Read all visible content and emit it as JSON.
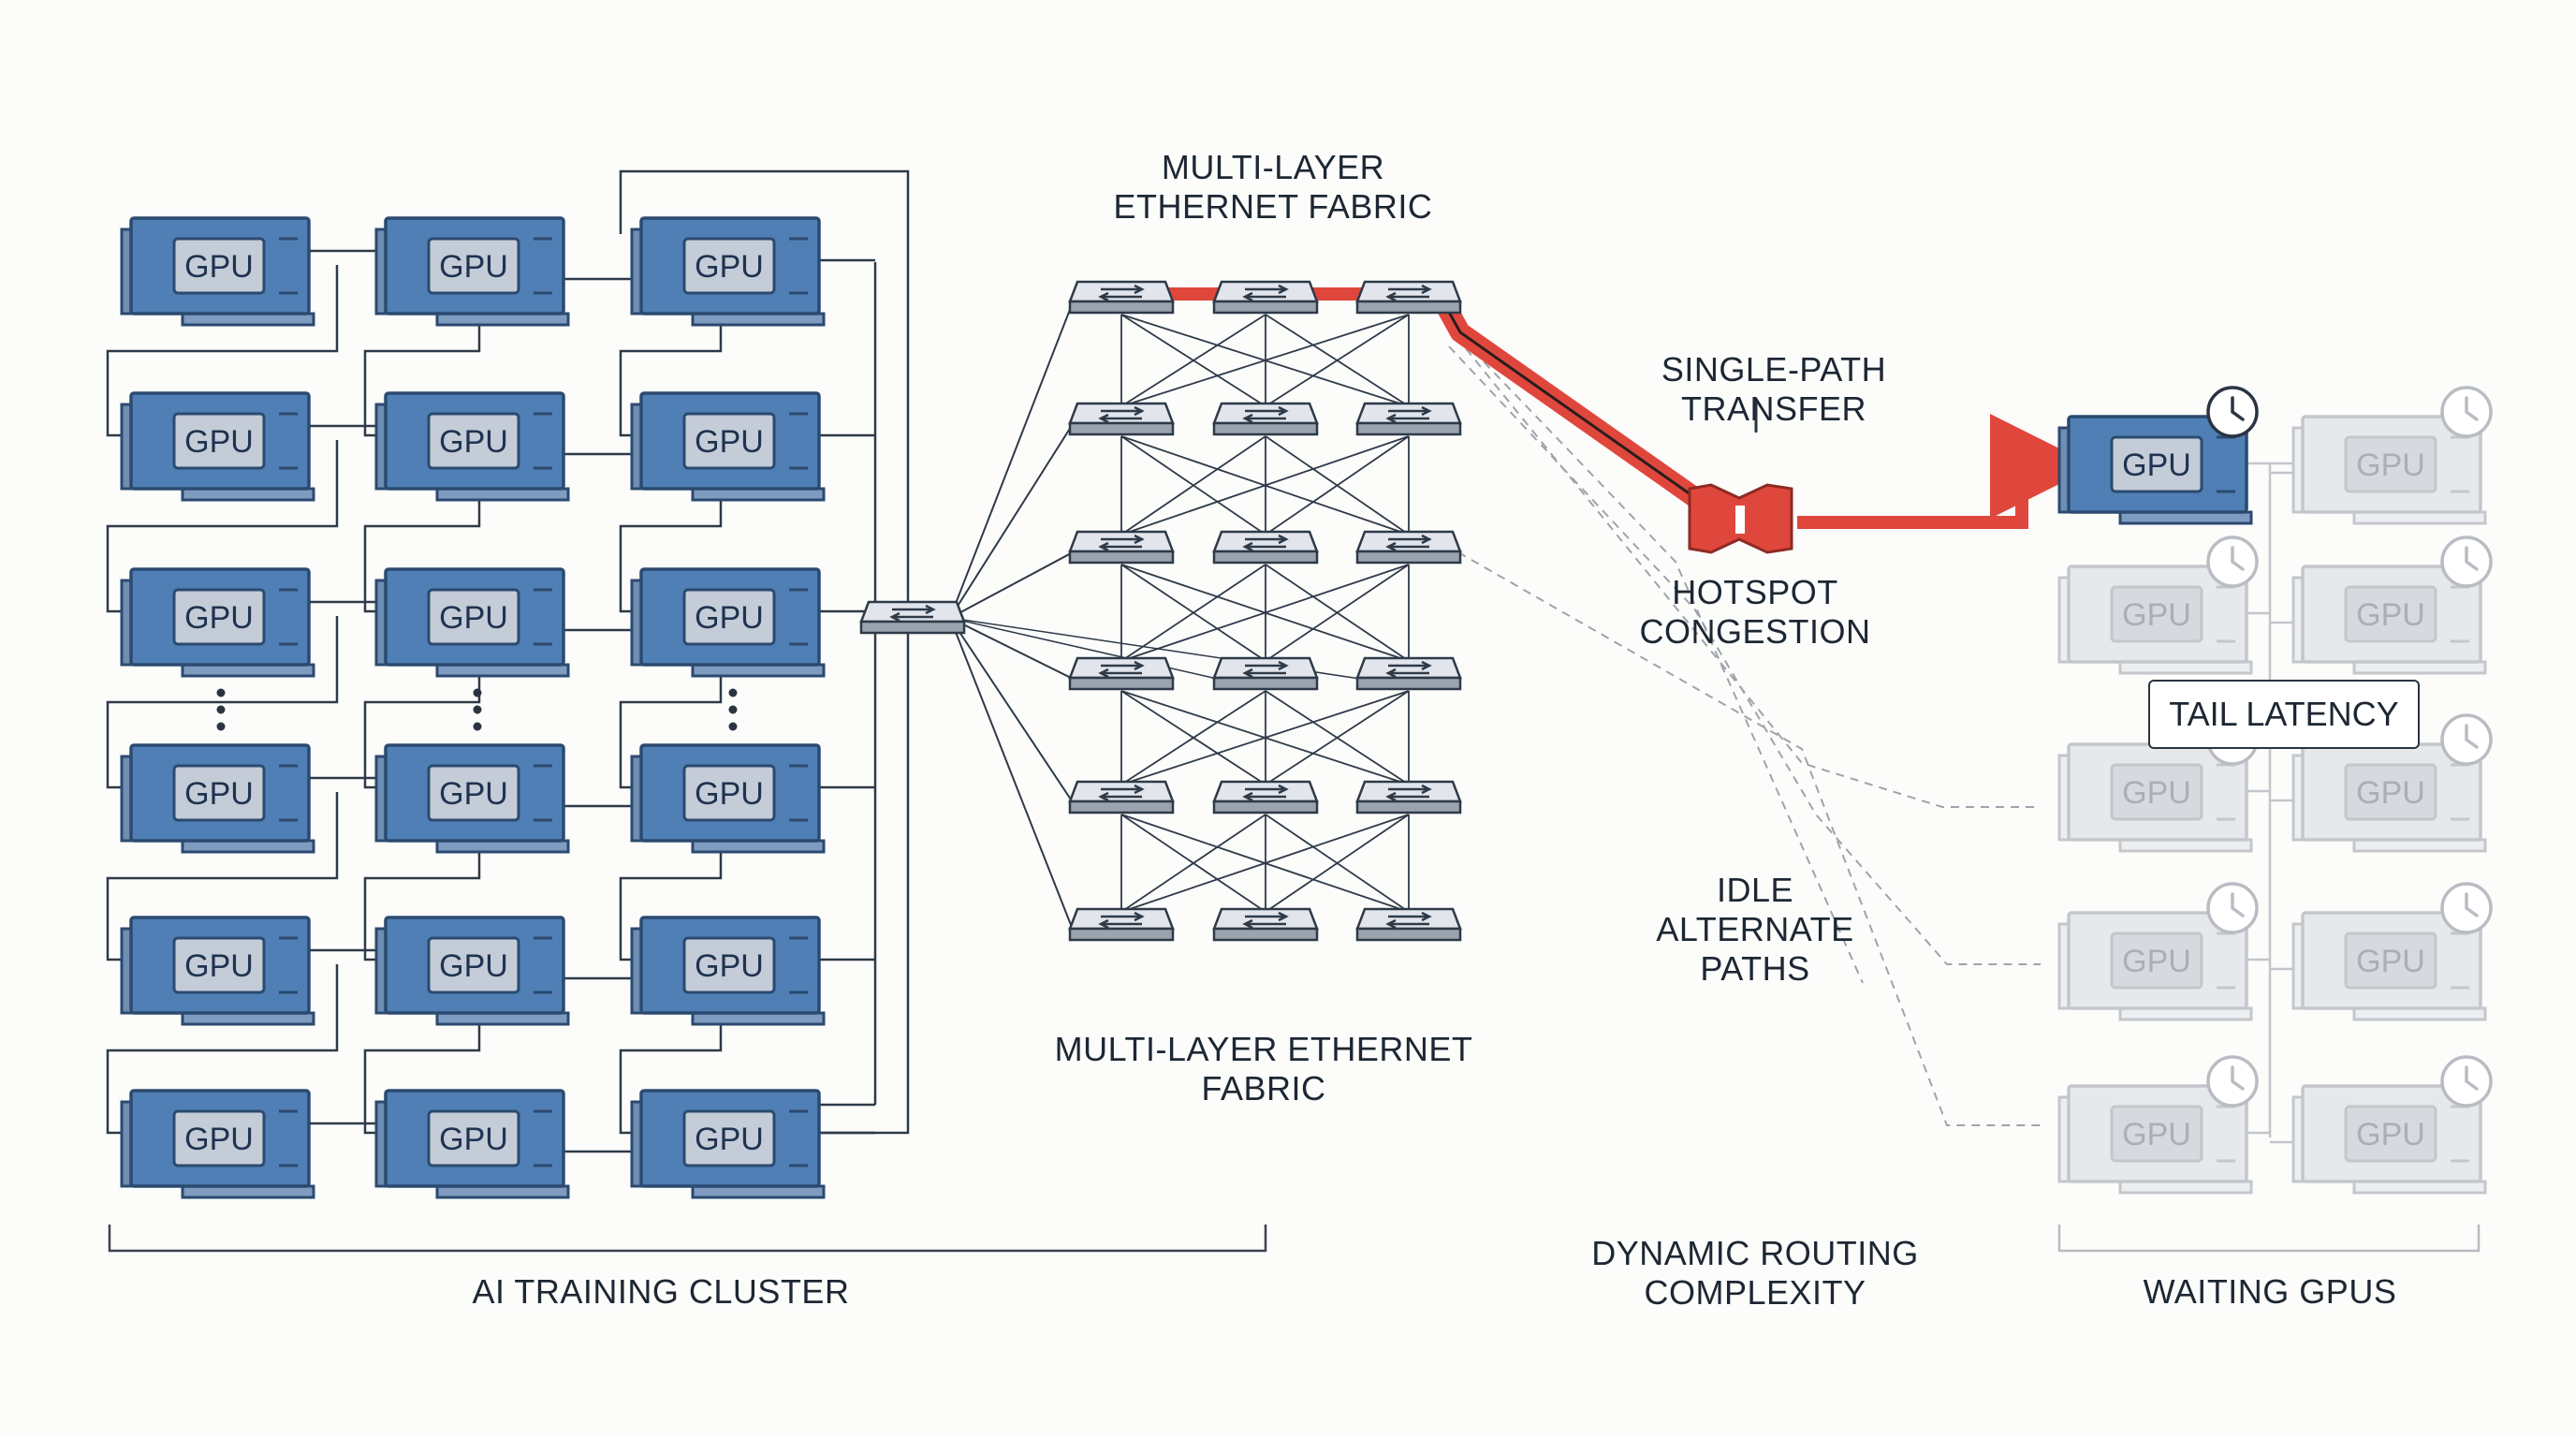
{
  "gpu_label": "GPU",
  "labels": {
    "fabric_top": [
      "MULTI-LAYER",
      "ETHERNET FABRIC"
    ],
    "fabric_bottom": [
      "MULTI-LAYER ETHERNET",
      "FABRIC"
    ],
    "single_path": [
      "SINGLE-PATH",
      "TRANSFER"
    ],
    "hotspot": [
      "HOTSPOT",
      "CONGESTION"
    ],
    "tail_latency": "TAIL LATENCY",
    "idle_paths": [
      "IDLE",
      "ALTERNATE",
      "PATHS"
    ],
    "dynamic_routing": [
      "DYNAMIC ROUTING",
      "COMPLEXITY"
    ],
    "cluster": "AI TRAINING CLUSTER",
    "waiting": "WAITING GPUS"
  },
  "cluster": {
    "columns": 3,
    "rows": 6,
    "ellipsis_after_row": 3
  },
  "fabric": {
    "columns": 3,
    "rows": 6
  },
  "waiting": {
    "columns": 2,
    "rows": 5,
    "active_gpu": "top-left"
  },
  "colors": {
    "gpu_fill": "#4f7fb5",
    "gpu_stroke": "#2b4a70",
    "chip_fill": "#c4ccd8",
    "hot_path": "#e0473c",
    "switch_fill": "#e2e6ec",
    "faded": "#cdd0d4",
    "line": "#2e3a48",
    "dashed": "#9ea4ab"
  },
  "icons": [
    "gpu-icon",
    "switch-icon",
    "clock-icon",
    "bottleneck-icon",
    "routing-loop-icon",
    "question-icon"
  ]
}
